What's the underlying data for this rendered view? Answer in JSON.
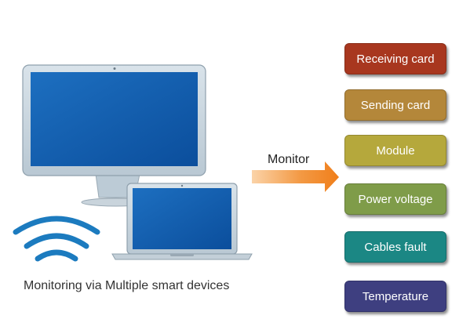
{
  "caption": "Monitoring via Multiple smart devices",
  "arrow": {
    "label": "Monitor",
    "color": "#f07e1a"
  },
  "status_items": [
    {
      "label": "Receiving card",
      "color": "#a8371f"
    },
    {
      "label": "Sending card",
      "color": "#b4873a"
    },
    {
      "label": "Module",
      "color": "#b5a83c"
    },
    {
      "label": "Power voltage",
      "color": "#7f9c49"
    },
    {
      "label": "Cables fault",
      "color": "#1b8784"
    },
    {
      "label": "Temperature",
      "color": "#3e3f80"
    }
  ],
  "icons": {
    "desktop": "desktop-monitor-icon",
    "laptop": "laptop-icon",
    "wireless": "wifi-signal-icon"
  }
}
